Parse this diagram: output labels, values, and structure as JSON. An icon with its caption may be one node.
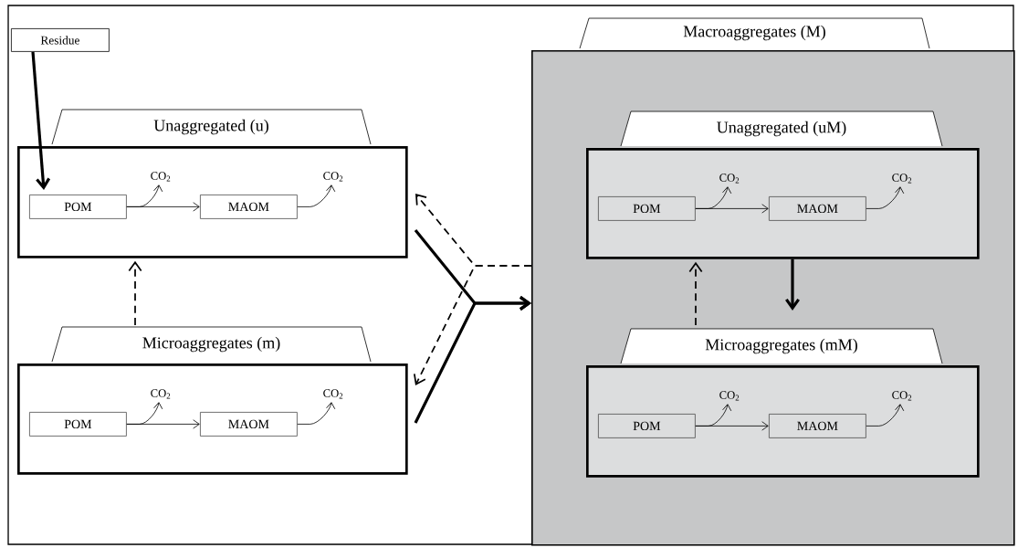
{
  "diagram": {
    "nodes": [
      {
        "text": [
          "Residue"
        ]
      },
      {
        "text": [
          "Unaggregated (u)"
        ]
      },
      {
        "text": [
          "POM"
        ],
        "in": 1
      },
      {
        "text": [
          "MAOM"
        ],
        "in": 1
      },
      {
        "text": [
          "CO$_{2}$"
        ],
        "in": 1
      },
      {
        "text": [
          "CO$_{2}$"
        ],
        "in": 1
      },
      {
        "text": [
          "Microaggregates (m)"
        ]
      },
      {
        "text": [
          "POM"
        ],
        "in": 6
      },
      {
        "text": [
          "MAOM"
        ],
        "in": 6
      },
      {
        "text": [
          "CO$_{2}$"
        ],
        "in": 6
      },
      {
        "text": [
          "CO$_{2}$"
        ],
        "in": 6
      },
      {
        "text": [
          "Macroaggregates (M)"
        ]
      },
      {
        "text": [
          "Unaggregated (uM)"
        ],
        "in": 11
      },
      {
        "text": [
          "POM"
        ],
        "in": 12
      },
      {
        "text": [
          "MAOM"
        ],
        "in": 12
      },
      {
        "text": [
          "CO$_{2}$"
        ],
        "in": 12
      },
      {
        "text": [
          "CO$_{2}$"
        ],
        "in": 12
      },
      {
        "text": [
          "Microaggregates (mM)"
        ],
        "in": 11
      },
      {
        "text": [
          "POM"
        ],
        "in": 17
      },
      {
        "text": [
          "MAOM"
        ],
        "in": 17
      },
      {
        "text": [
          "CO$_{2}$"
        ],
        "in": 17
      },
      {
        "text": [
          "CO$_{2}$"
        ],
        "in": 17
      }
    ],
    "edges": [
      {
        "from": 0,
        "to": 2,
        "arrow": "to",
        "style": "thick"
      },
      {
        "from": 2,
        "to": 3,
        "arrow": "to"
      },
      {
        "from": 2,
        "to": 4,
        "arrow": "to"
      },
      {
        "from": 3,
        "to": 5,
        "arrow": "to"
      },
      {
        "from": 7,
        "to": 8,
        "arrow": "to"
      },
      {
        "from": 7,
        "to": 9,
        "arrow": "to"
      },
      {
        "from": 8,
        "to": 10,
        "arrow": "to"
      },
      {
        "from": 13,
        "to": 14,
        "arrow": "to"
      },
      {
        "from": 13,
        "to": 15,
        "arrow": "to"
      },
      {
        "from": 14,
        "to": 16,
        "arrow": "to"
      },
      {
        "from": 18,
        "to": 19,
        "arrow": "to"
      },
      {
        "from": 18,
        "to": 20,
        "arrow": "to"
      },
      {
        "from": 19,
        "to": 21,
        "arrow": "to"
      },
      {
        "from": 6,
        "to": 1,
        "arrow": "to",
        "style": "dashed"
      },
      {
        "from": 1,
        "to": 11,
        "arrow": "to",
        "style": "thick"
      },
      {
        "from": 6,
        "to": 11,
        "arrow": "to",
        "style": "thick"
      },
      {
        "from": 11,
        "to": 1,
        "arrow": "to",
        "style": "dashed"
      },
      {
        "from": 11,
        "to": 6,
        "arrow": "to",
        "style": "dashed"
      },
      {
        "from": 12,
        "to": 17,
        "arrow": "to",
        "style": "thick"
      },
      {
        "from": 17,
        "to": 12,
        "arrow": "to",
        "style": "dashed"
      }
    ]
  }
}
